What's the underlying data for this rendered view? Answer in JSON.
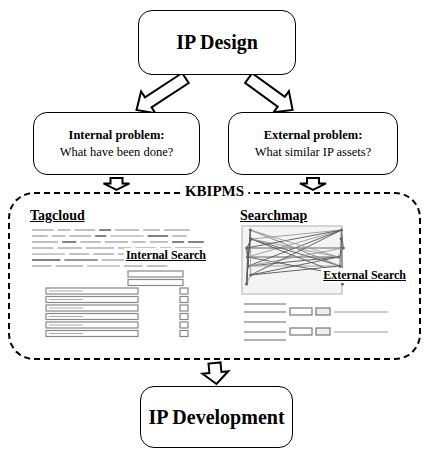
{
  "diagram": {
    "nodes": [
      {
        "text": [
          "IP Design"
        ]
      },
      {
        "text": [
          "Internal problem:",
          "What have been done?"
        ]
      },
      {
        "text": [
          "External problem:",
          "What similar IP assets?"
        ]
      },
      {
        "text": [
          "KBIPMS"
        ]
      },
      {
        "text": [
          "Tagcloud",
          "Internal Search"
        ],
        "in": 3
      },
      {
        "text": [
          "Searchmap",
          "External Search"
        ],
        "in": 3
      },
      {
        "text": [
          "IP Development"
        ]
      }
    ],
    "edges": [
      {
        "from": 0,
        "to": 1,
        "arrow": "to"
      },
      {
        "from": 0,
        "to": 2,
        "arrow": "to"
      },
      {
        "from": 1,
        "to": 3,
        "arrow": "to"
      },
      {
        "from": 2,
        "to": 3,
        "arrow": "to"
      },
      {
        "from": 3,
        "to": 6,
        "arrow": "to"
      }
    ]
  }
}
